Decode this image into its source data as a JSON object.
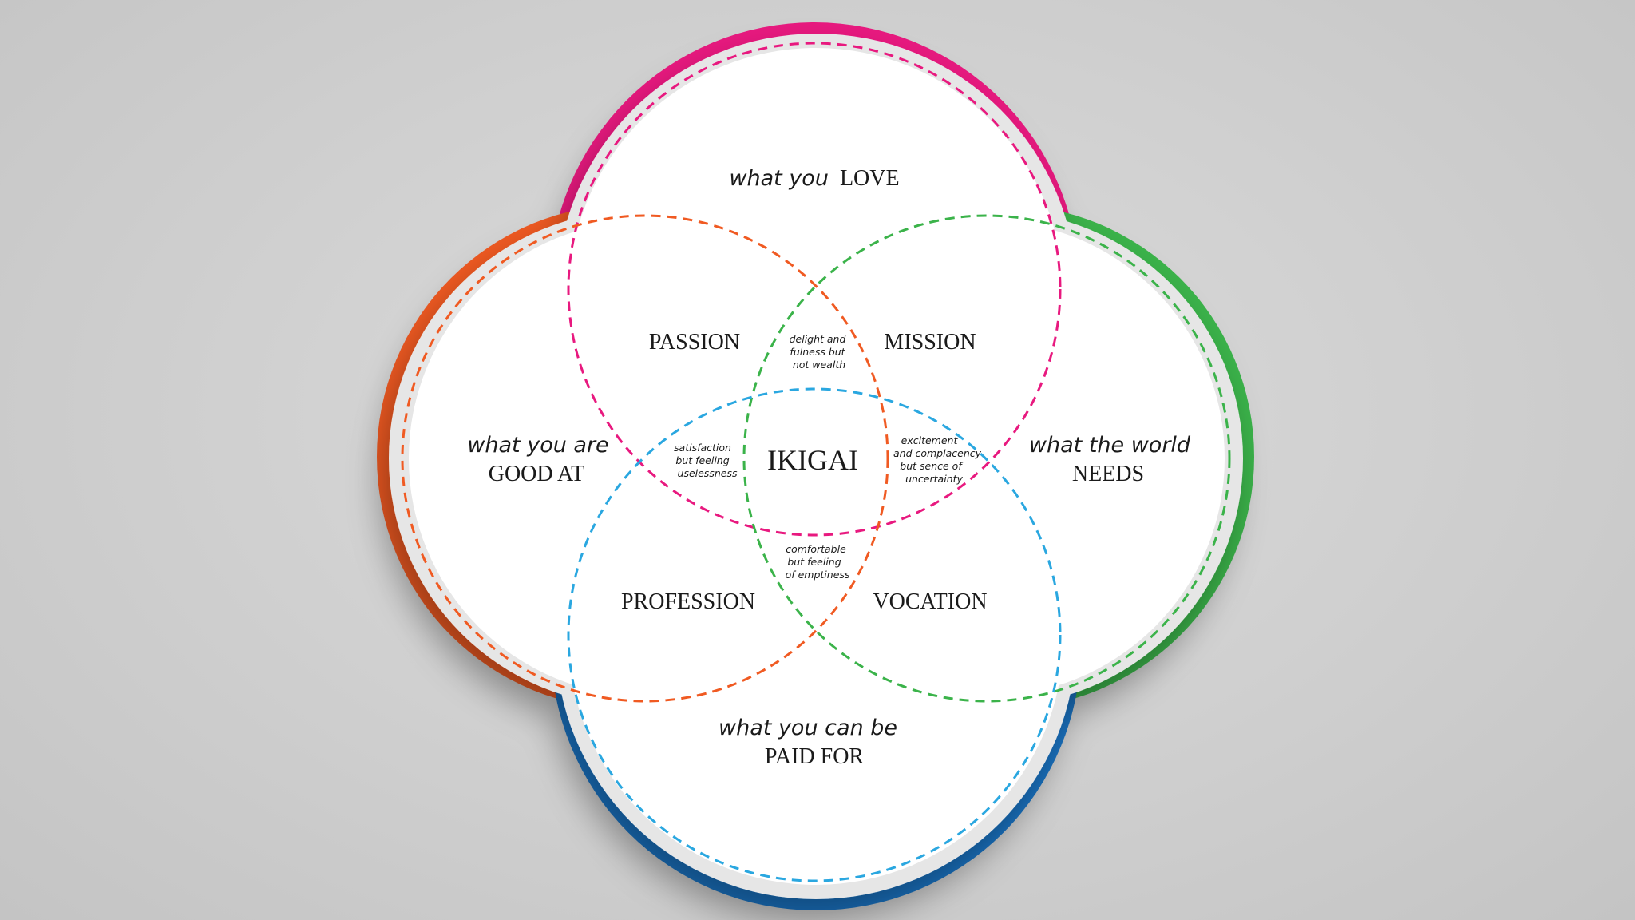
{
  "colors": {
    "background": "#cbcbcb",
    "plate": "#e6e6e6",
    "love": "#e8197f",
    "good_at": "#f05a22",
    "world_needs": "#3bb34a",
    "paid_for": "#1a74c4",
    "paid_for_dashed": "#2aa7e0",
    "text": "#1a1a1a"
  },
  "circles": {
    "love": {
      "line1": "what you",
      "line2": "LOVE"
    },
    "good_at": {
      "line1": "what you are",
      "line2": "GOOD AT"
    },
    "world_needs": {
      "line1": "what the world",
      "line2": "NEEDS"
    },
    "paid_for": {
      "line1": "what you can be",
      "line2": "PAID FOR"
    }
  },
  "intersections": {
    "passion": "PASSION",
    "mission": "MISSION",
    "profession": "PROFESSION",
    "vocation": "VOCATION",
    "center": "IKIGAI"
  },
  "notes": {
    "top": [
      "delight and",
      "fulness but",
      "not wealth"
    ],
    "left": [
      "satisfaction",
      "but feeling",
      "uselessness"
    ],
    "right": [
      "excitement",
      "and complacency",
      "but sence of",
      "uncertainty"
    ],
    "bottom": [
      "comfortable",
      "but feeling",
      "of emptiness"
    ]
  }
}
